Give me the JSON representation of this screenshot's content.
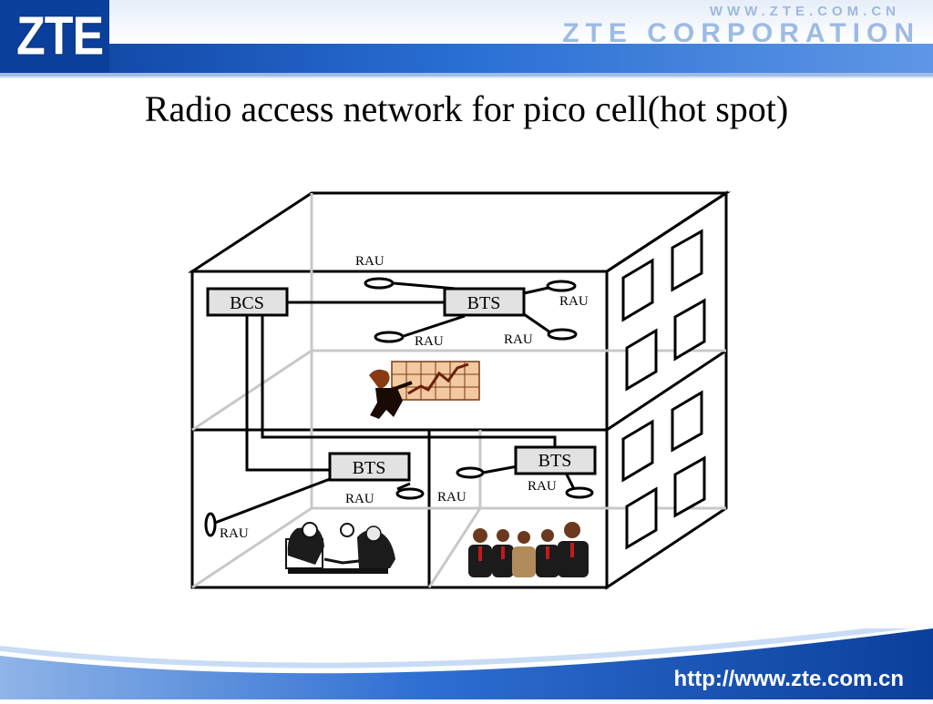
{
  "header": {
    "logo": "ZTE",
    "website": "WWW.ZTE.COM.CN",
    "corporation": "ZTE CORPORATION"
  },
  "slide": {
    "title": "Radio access network for pico cell(hot spot)"
  },
  "diagram": {
    "bcs_label": "BCS",
    "bts_top_label": "BTS",
    "bts_bottom_left_label": "BTS",
    "bts_bottom_right_label": "BTS",
    "rau_labels": [
      "RAU",
      "RAU",
      "RAU",
      "RAU",
      "RAU",
      "RAU",
      "RAU",
      "RAU"
    ]
  },
  "footer": {
    "url": "http://www.zte.com.cn"
  },
  "colors": {
    "header_blue": "#1f5fc4",
    "dark_blue": "#0a3a8a",
    "box_fill": "#e2e2e2",
    "line": "#000000"
  }
}
